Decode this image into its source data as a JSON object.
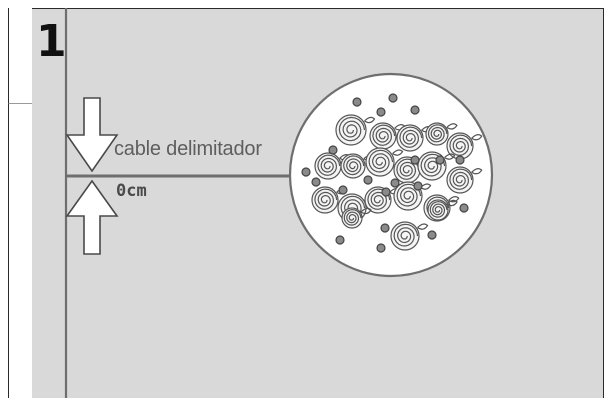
{
  "step": {
    "number": "1"
  },
  "labels": {
    "boundary_wire": "cable delimitador",
    "distance": "0cm"
  },
  "colors": {
    "background": "#d9d9d9",
    "line": "#6e6e6e",
    "outline": "#4a4a4a"
  },
  "icons": [
    "down-arrow-icon",
    "up-arrow-icon",
    "flowerbed-icon"
  ]
}
